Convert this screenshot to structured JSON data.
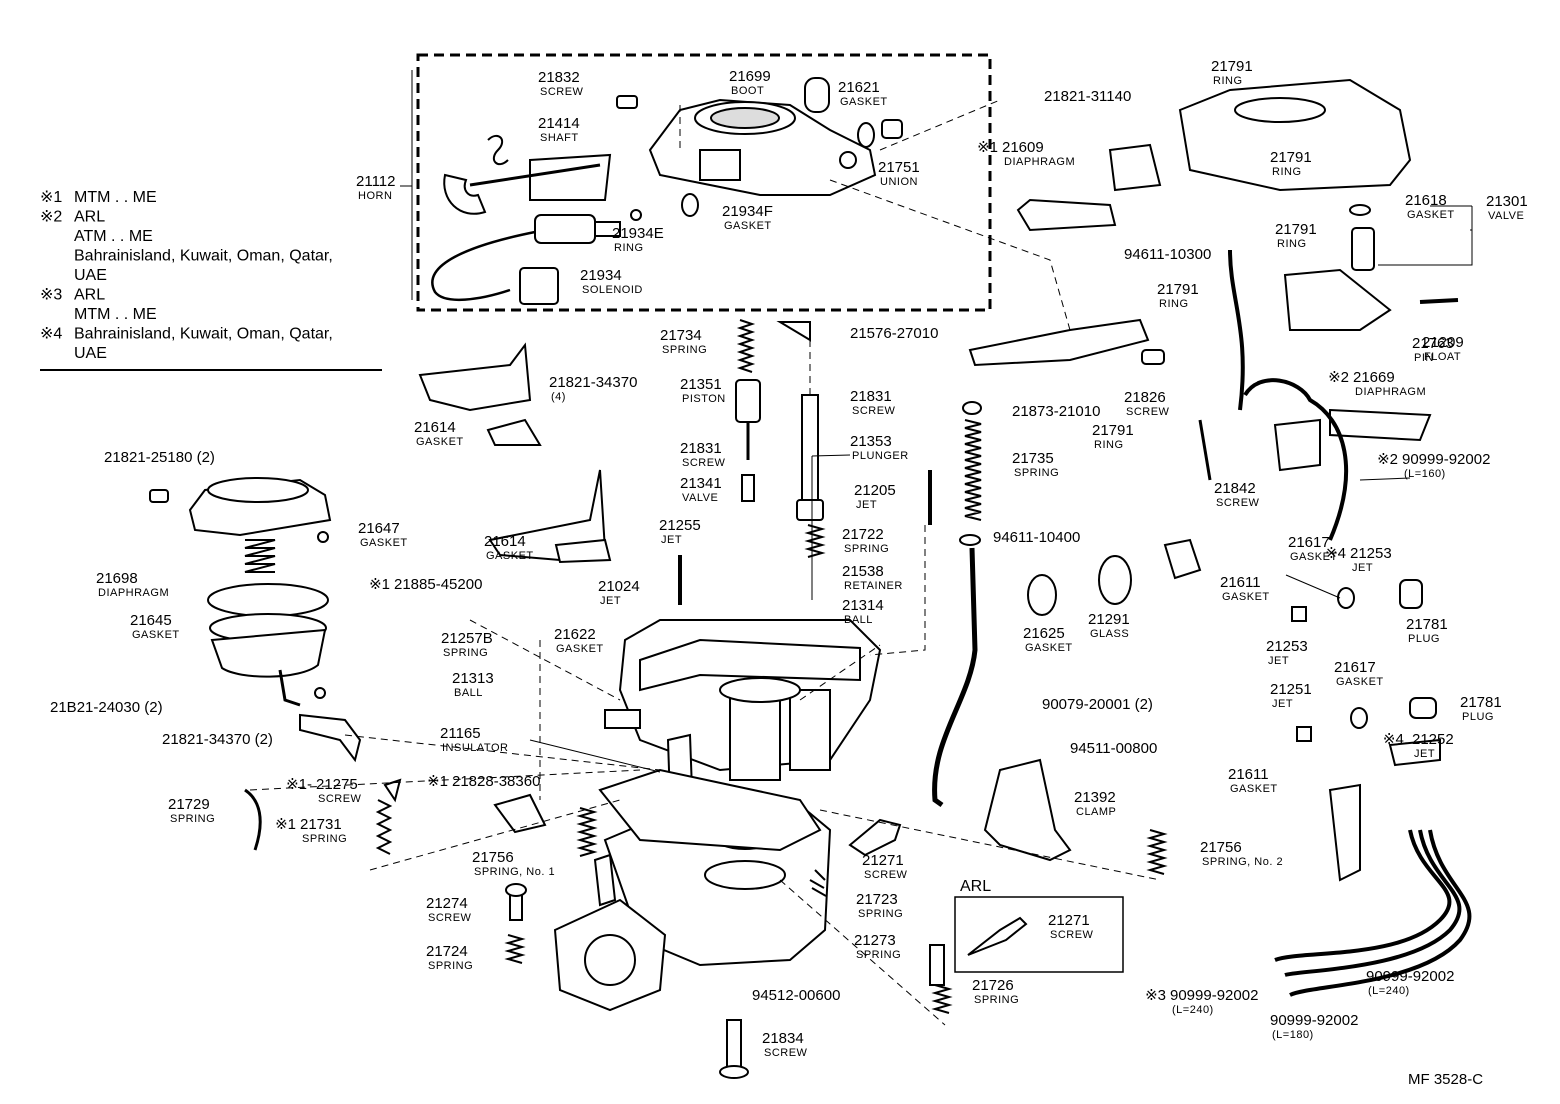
{
  "notes": [
    {
      "mark": "※1",
      "lines": [
        "MTM . . ME"
      ]
    },
    {
      "mark": "※2",
      "lines": [
        "ARL",
        "ATM . . ME",
        "Bahrainisland, Kuwait, Oman, Qatar,",
        "UAE"
      ]
    },
    {
      "mark": "※3",
      "lines": [
        "ARL",
        "MTM . . ME"
      ]
    },
    {
      "mark": "※4",
      "lines": [
        "Bahrainisland, Kuwait, Oman, Qatar,",
        "UAE"
      ]
    }
  ],
  "arl_box_label": "ARL",
  "footer": "MF  3528-C",
  "callouts": [
    {
      "num": "21832",
      "name": "SCREW"
    },
    {
      "num": "21699",
      "name": "BOOT"
    },
    {
      "num": "21621",
      "name": "GASKET"
    },
    {
      "num": "21821-31140",
      "name": ""
    },
    {
      "num": "21791",
      "name": "RING"
    },
    {
      "num": "21414",
      "name": "SHAFT"
    },
    {
      "num": "21112",
      "name": "HORN"
    },
    {
      "num": "21751",
      "name": "UNION"
    },
    {
      "num": "21609",
      "name": "DIAPHRAGM",
      "mark": "※1"
    },
    {
      "num": "21791",
      "name": "RING"
    },
    {
      "num": "21934F",
      "name": "GASKET"
    },
    {
      "num": "21934E",
      "name": "RING"
    },
    {
      "num": "21934",
      "name": "SOLENOID"
    },
    {
      "num": "94611-10300",
      "name": ""
    },
    {
      "num": "21791",
      "name": "RING"
    },
    {
      "num": "21791",
      "name": "RING"
    },
    {
      "num": "21618",
      "name": "GASKET"
    },
    {
      "num": "21301",
      "name": "VALVE"
    },
    {
      "num": "21209",
      "name": "FLOAT"
    },
    {
      "num": "21763",
      "name": "PIN"
    },
    {
      "num": "21734",
      "name": "SPRING"
    },
    {
      "num": "21576-27010",
      "name": ""
    },
    {
      "num": "21821-34370",
      "name": "(4)"
    },
    {
      "num": "21351",
      "name": "PISTON"
    },
    {
      "num": "21831",
      "name": "SCREW"
    },
    {
      "num": "21873-21010",
      "name": ""
    },
    {
      "num": "21826",
      "name": "SCREW"
    },
    {
      "num": "21669",
      "name": "DIAPHRAGM",
      "mark": "※2"
    },
    {
      "num": "21614",
      "name": "GASKET"
    },
    {
      "num": "21831",
      "name": "SCREW"
    },
    {
      "num": "21353",
      "name": "PLUNGER"
    },
    {
      "num": "21735",
      "name": "SPRING"
    },
    {
      "num": "21791",
      "name": "RING"
    },
    {
      "num": "90999-92002",
      "name": "(L=160)",
      "mark": "※2"
    },
    {
      "num": "21821-25180 (2)",
      "name": ""
    },
    {
      "num": "21341",
      "name": "VALVE"
    },
    {
      "num": "21205",
      "name": "JET"
    },
    {
      "num": "21842",
      "name": "SCREW"
    },
    {
      "num": "21614",
      "name": "GASKET"
    },
    {
      "num": "21255",
      "name": "JET"
    },
    {
      "num": "21722",
      "name": "SPRING"
    },
    {
      "num": "94611-10400",
      "name": ""
    },
    {
      "num": "21647",
      "name": "GASKET"
    },
    {
      "num": "21617",
      "name": "GASKET"
    },
    {
      "num": "21253",
      "name": "JET",
      "mark": "※4"
    },
    {
      "num": "21538",
      "name": "RETAINER"
    },
    {
      "num": "21024",
      "name": "JET"
    },
    {
      "num": "21698",
      "name": "DIAPHRAGM"
    },
    {
      "num": "21885-45200",
      "name": "",
      "mark": "※1"
    },
    {
      "num": "21314",
      "name": "BALL"
    },
    {
      "num": "21611",
      "name": "GASKET"
    },
    {
      "num": "21781",
      "name": "PLUG"
    },
    {
      "num": "21645",
      "name": "GASKET"
    },
    {
      "num": "21257B",
      "name": "SPRING"
    },
    {
      "num": "21622",
      "name": "GASKET"
    },
    {
      "num": "21625",
      "name": "GASKET"
    },
    {
      "num": "21291",
      "name": "GLASS"
    },
    {
      "num": "21253",
      "name": "JET"
    },
    {
      "num": "21313",
      "name": "BALL"
    },
    {
      "num": "21617",
      "name": "GASKET"
    },
    {
      "num": "21251",
      "name": "JET"
    },
    {
      "num": "21781",
      "name": "PLUG"
    },
    {
      "num": "21B21-24030 (2)",
      "name": ""
    },
    {
      "num": "90079-20001 (2)",
      "name": ""
    },
    {
      "num": "21165",
      "name": "INSULATOR"
    },
    {
      "num": "21821-34370 (2)",
      "name": ""
    },
    {
      "num": "21252",
      "name": "JET",
      "mark": "※4."
    },
    {
      "num": "94511-00800",
      "name": ""
    },
    {
      "num": "21611",
      "name": "GASKET"
    },
    {
      "num": "21275",
      "name": "SCREW",
      "mark": "※1-"
    },
    {
      "num": "21828-38360",
      "name": "",
      "mark": "※1"
    },
    {
      "num": "21729",
      "name": "SPRING"
    },
    {
      "num": "21392",
      "name": "CLAMP"
    },
    {
      "num": "21731",
      "name": "SPRING",
      "mark": "※1"
    },
    {
      "num": "21756",
      "name": "SPRING, No. 1"
    },
    {
      "num": "21271",
      "name": "SCREW"
    },
    {
      "num": "21756",
      "name": "SPRING, No. 2"
    },
    {
      "num": "21274",
      "name": "SCREW"
    },
    {
      "num": "21723",
      "name": "SPRING"
    },
    {
      "num": "21271",
      "name": "SCREW"
    },
    {
      "num": "21273",
      "name": "SPRING"
    },
    {
      "num": "21724",
      "name": "SPRING"
    },
    {
      "num": "21726",
      "name": "SPRING"
    },
    {
      "num": "94512-00600",
      "name": ""
    },
    {
      "num": "90999-92002",
      "name": "(L=240)"
    },
    {
      "num": "90999-92002",
      "name": "(L=240)",
      "mark": "※3"
    },
    {
      "num": "90999-92002",
      "name": "(L=180)"
    },
    {
      "num": "21834",
      "name": "SCREW"
    }
  ]
}
